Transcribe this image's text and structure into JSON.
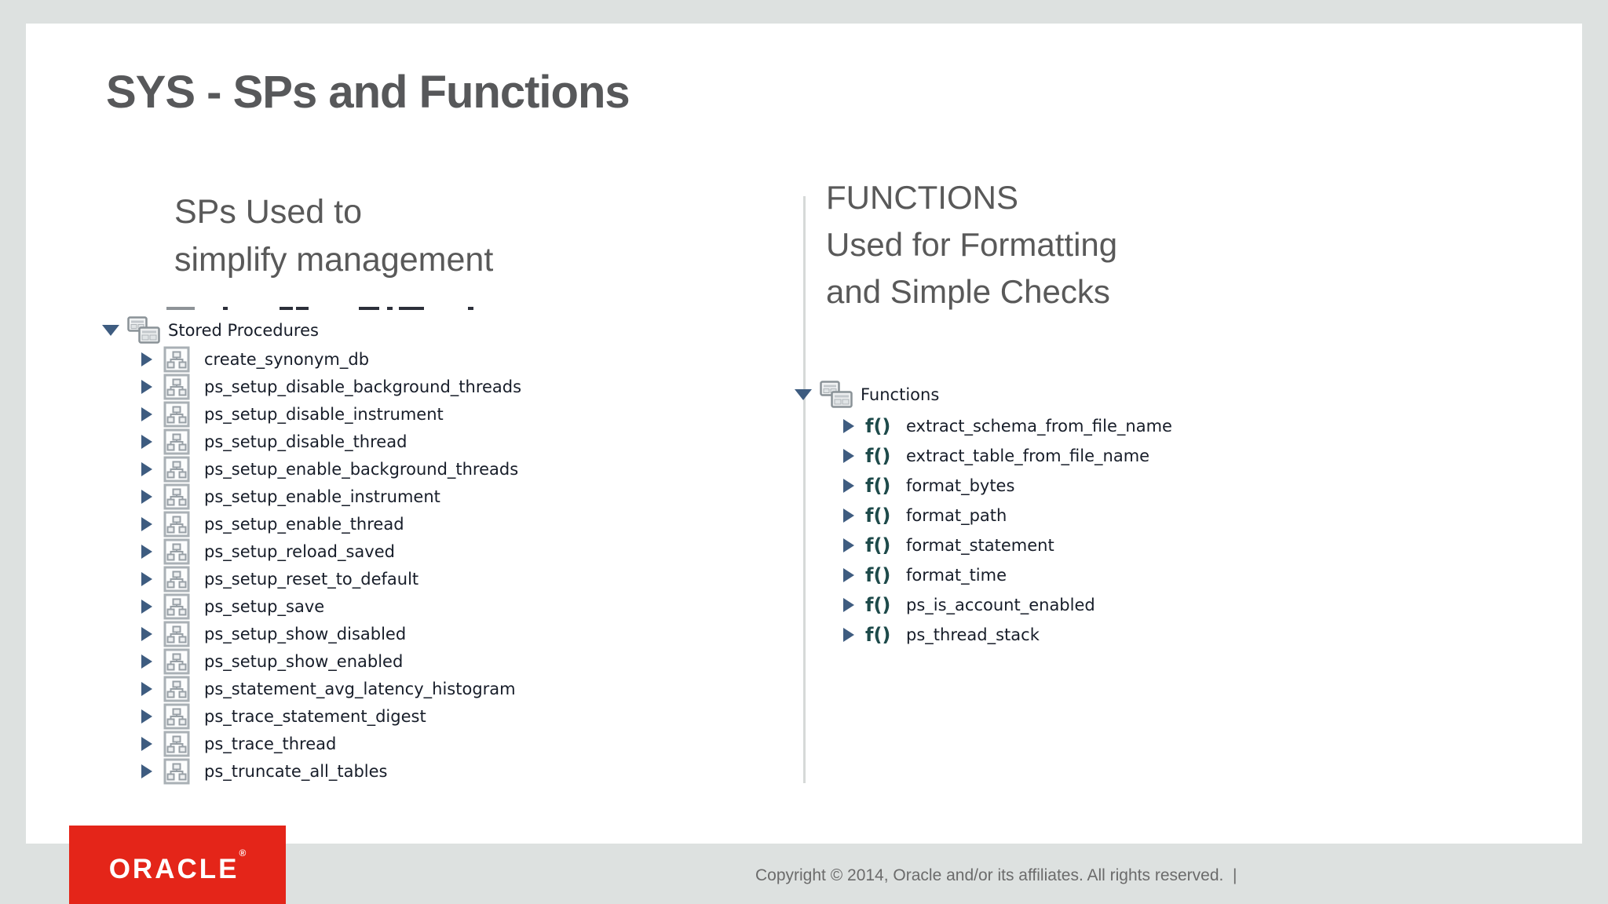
{
  "slide": {
    "title": "SYS - SPs and Functions",
    "left_heading": [
      "SPs Used to",
      "simplify management"
    ],
    "right_heading": [
      "FUNCTIONS",
      "Used for Formatting",
      "and Simple Checks"
    ]
  },
  "trees": {
    "stored_procedures": {
      "root_label": "Stored Procedures",
      "items": [
        "create_synonym_db",
        "ps_setup_disable_background_threads",
        "ps_setup_disable_instrument",
        "ps_setup_disable_thread",
        "ps_setup_enable_background_threads",
        "ps_setup_enable_instrument",
        "ps_setup_enable_thread",
        "ps_setup_reload_saved",
        "ps_setup_reset_to_default",
        "ps_setup_save",
        "ps_setup_show_disabled",
        "ps_setup_show_enabled",
        "ps_statement_avg_latency_histogram",
        "ps_trace_statement_digest",
        "ps_trace_thread",
        "ps_truncate_all_tables"
      ]
    },
    "functions": {
      "root_label": "Functions",
      "item_icon_glyph": "f()",
      "items": [
        "extract_schema_from_file_name",
        "extract_table_from_file_name",
        "format_bytes",
        "format_path",
        "format_statement",
        "format_time",
        "ps_is_account_enabled",
        "ps_thread_stack"
      ]
    }
  },
  "footer": {
    "logo_text": "ORACLE",
    "logo_reg": "®",
    "copyright": "Copyright © 2014, Oracle and/or its affiliates. All rights reserved.  |"
  },
  "colors": {
    "oracle_red": "#e42519",
    "arrow_blue": "#3e5c80",
    "heading_gray": "#595959",
    "frame_gray": "#dde1e0",
    "function_glyph_teal": "#1d4a4a"
  }
}
